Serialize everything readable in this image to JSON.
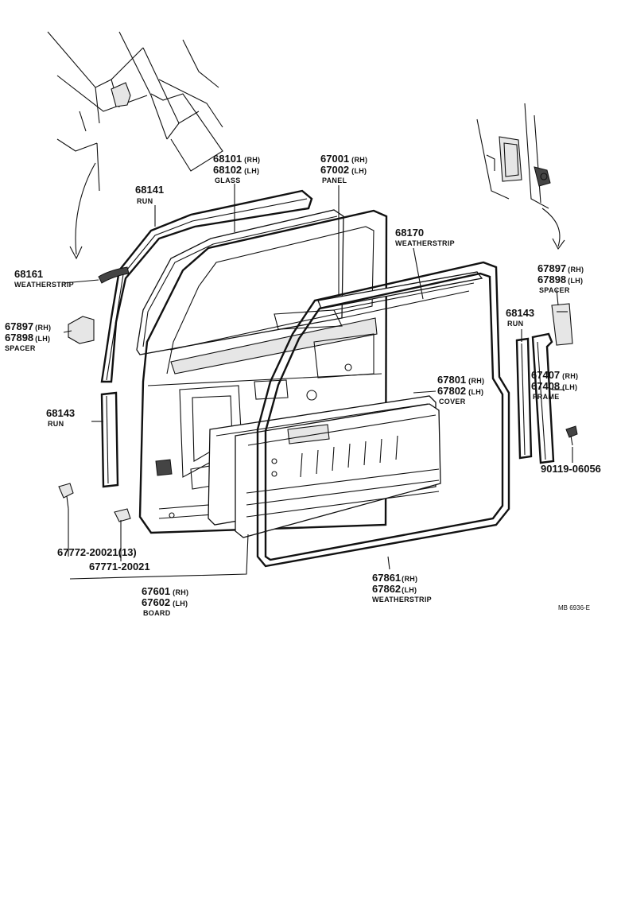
{
  "labels": {
    "glass": {
      "num1": "68101",
      "tag1": "(RH)",
      "num2": "68102",
      "tag2": "(LH)",
      "name": "GLASS"
    },
    "panel": {
      "num1": "67001",
      "tag1": "(RH)",
      "num2": "67002",
      "tag2": "(LH)",
      "name": "PANEL"
    },
    "run_top": {
      "num": "68141",
      "name": "RUN"
    },
    "ws_upper": {
      "num": "68170",
      "name": "WEATHERSTRIP"
    },
    "ws_left": {
      "num": "68161",
      "name": "WEATHERSTRIP"
    },
    "spacer_left": {
      "num1": "67897",
      "tag1": "(RH)",
      "num2": "67898",
      "tag2": "(LH)",
      "name": "SPACER"
    },
    "spacer_right": {
      "num1": "67897",
      "tag1": "(RH)",
      "num2": "67898",
      "tag2": "(LH)",
      "name": "SPACER"
    },
    "run_right": {
      "num": "68143",
      "name": "RUN"
    },
    "run_left": {
      "num": "68143",
      "name": "RUN"
    },
    "cover": {
      "num1": "67801",
      "tag1": "(RH)",
      "num2": "67802",
      "tag2": "(LH)",
      "name": "COVER"
    },
    "frame": {
      "num1": "67407",
      "tag1": "(RH)",
      "num2": "67408",
      "tag2": "(LH)",
      "name": "FRAME"
    },
    "bolt": {
      "num": "90119-06056"
    },
    "clip1": {
      "num": "67772-20021(13)"
    },
    "clip2": {
      "num": "67771-20021"
    },
    "board": {
      "num1": "67601",
      "tag1": "(RH)",
      "num2": "67602",
      "tag2": "(LH)",
      "name": "BOARD"
    },
    "ws_door": {
      "num1": "67861",
      "tag1": "(RH)",
      "num2": "67862",
      "tag2": "(LH)",
      "name": "WEATHERSTRIP"
    },
    "drawing_code": "MB 6936-E"
  }
}
